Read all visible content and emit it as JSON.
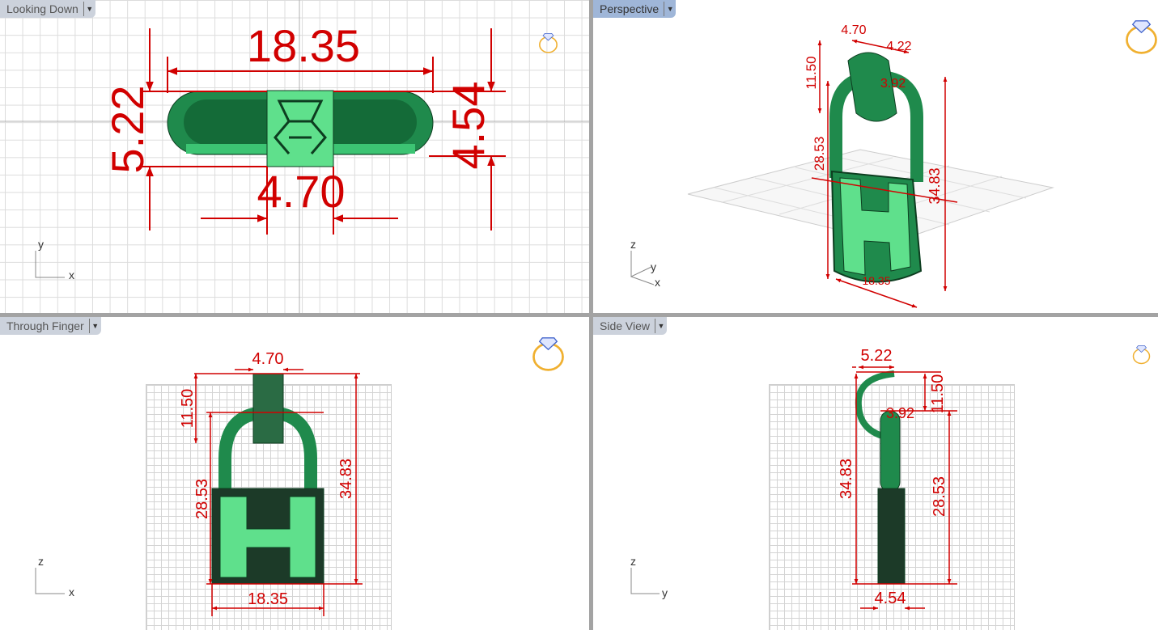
{
  "viewports": {
    "top": {
      "label": "Looking Down",
      "dims": {
        "length": "18.35",
        "depth_left": "5.22",
        "depth_right": "4.54",
        "band": "4.70"
      },
      "axes": {
        "v": "y",
        "h": "x"
      }
    },
    "perspective": {
      "label": "Perspective",
      "dims": {
        "top_a": "4.70",
        "top_b": "4.22",
        "shackle": "11.50",
        "loop": "3.92",
        "body": "28.53",
        "height": "34.83",
        "width": "18.35"
      },
      "axes": {
        "v": "z",
        "d": "y",
        "h": "x"
      }
    },
    "front": {
      "label": "Through Finger",
      "dims": {
        "band": "4.70",
        "shackle": "11.50",
        "body": "28.53",
        "height": "34.83",
        "width": "18.35"
      },
      "axes": {
        "v": "z",
        "h": "x"
      }
    },
    "side": {
      "label": "Side View",
      "dims": {
        "top": "5.22",
        "loop": "3.92",
        "shackle": "11.50",
        "height": "34.83",
        "body": "28.53",
        "bottom": "4.54"
      },
      "axes": {
        "v": "z",
        "h": "y"
      }
    }
  },
  "icons": {
    "view_widget": "ring-icon",
    "dropdown": "caret-down-icon"
  },
  "colors": {
    "dimension": "#d10000",
    "model_dark": "#1f8a4c",
    "model_light": "#5fe08c",
    "active_tab": "#9fb6d8",
    "ring": "#f0b030"
  }
}
